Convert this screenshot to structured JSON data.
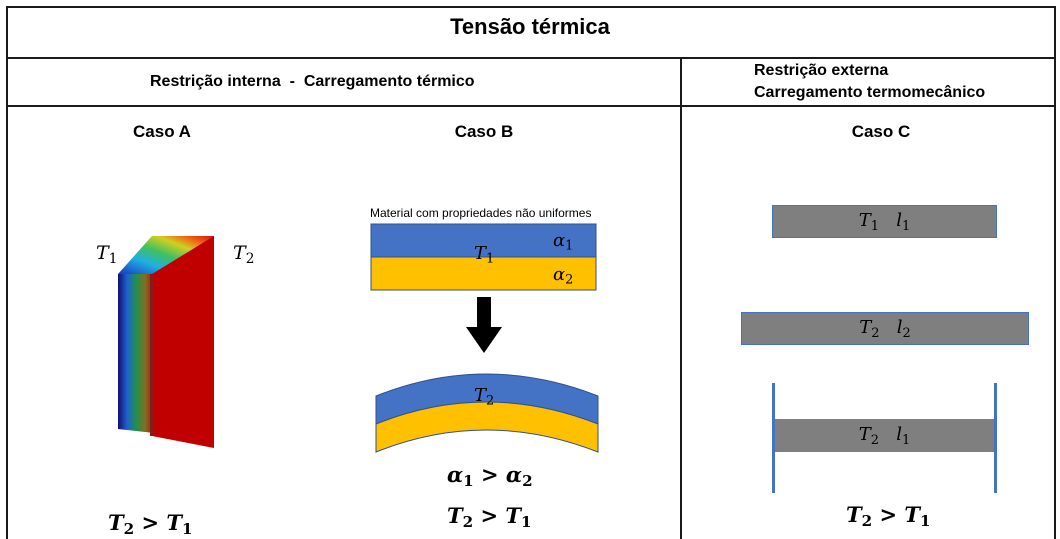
{
  "title": "Tensão térmica",
  "left_header": "Restrição interna  -  Carregamento térmico",
  "right_header": {
    "line1": "Restrição externa",
    "line2": "Carregamento termomecânico"
  },
  "cases": {
    "a": {
      "label": "Caso A",
      "t_left": "T",
      "t_left_sub": "1",
      "t_right": "T",
      "t_right_sub": "2",
      "condition": {
        "lhs": "T",
        "lhs_sub": "2",
        "op": " > ",
        "rhs": "T",
        "rhs_sub": "1"
      }
    },
    "b": {
      "label": "Caso B",
      "caption": "Material com propriedades não uniformes",
      "top_strip_temp": "T",
      "top_strip_temp_sub": "1",
      "alpha_top": "α",
      "alpha_top_sub": "1",
      "alpha_bottom": "α",
      "alpha_bottom_sub": "2",
      "bent_temp": "T",
      "bent_temp_sub": "2",
      "alpha_condition": {
        "lhs": "α",
        "lhs_sub": "1",
        "op": " > ",
        "rhs": "α",
        "rhs_sub": "2"
      },
      "condition": {
        "lhs": "T",
        "lhs_sub": "2",
        "op": " > ",
        "rhs": "T",
        "rhs_sub": "1"
      }
    },
    "c": {
      "label": "Caso C",
      "bar1": {
        "t": "T",
        "t_sub": "1",
        "l": "l",
        "l_sub": "1"
      },
      "bar2": {
        "t": "T",
        "t_sub": "2",
        "l": "l",
        "l_sub": "2"
      },
      "bar3": {
        "t": "T",
        "t_sub": "2",
        "l": "l",
        "l_sub": "1"
      },
      "condition": {
        "lhs": "T",
        "lhs_sub": "2",
        "op": " > ",
        "rhs": "T",
        "rhs_sub": "1"
      }
    }
  },
  "colors": {
    "strip_blue": "#4472c4",
    "strip_yellow": "#ffc000",
    "bar_gray": "#7f7f7f",
    "hot_red": "#c00000"
  }
}
